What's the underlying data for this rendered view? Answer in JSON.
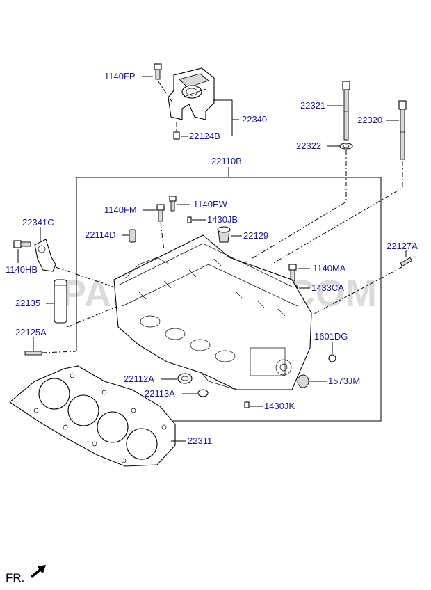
{
  "watermark": "PARTSOUQ.COM",
  "direction_label": "FR.",
  "callouts": [
    {
      "id": "c-1140FP",
      "code": "1140FP"
    },
    {
      "id": "c-22340",
      "code": "22340"
    },
    {
      "id": "c-22124B",
      "code": "22124B"
    },
    {
      "id": "c-22321",
      "code": "22321"
    },
    {
      "id": "c-22320",
      "code": "22320"
    },
    {
      "id": "c-22322",
      "code": "22322"
    },
    {
      "id": "c-22110B",
      "code": "22110B"
    },
    {
      "id": "c-1140FM",
      "code": "1140FM"
    },
    {
      "id": "c-1140EW",
      "code": "1140EW"
    },
    {
      "id": "c-1430JB",
      "code": "1430JB"
    },
    {
      "id": "c-22341C",
      "code": "22341C"
    },
    {
      "id": "c-22114D",
      "code": "22114D"
    },
    {
      "id": "c-22129",
      "code": "22129"
    },
    {
      "id": "c-22127A",
      "code": "22127A"
    },
    {
      "id": "c-1140HB",
      "code": "1140HB"
    },
    {
      "id": "c-1140MA",
      "code": "1140MA"
    },
    {
      "id": "c-1433CA",
      "code": "1433CA"
    },
    {
      "id": "c-22135",
      "code": "22135"
    },
    {
      "id": "c-22125A",
      "code": "22125A"
    },
    {
      "id": "c-1601DG",
      "code": "1601DG"
    },
    {
      "id": "c-22112A",
      "code": "22112A"
    },
    {
      "id": "c-1573JM",
      "code": "1573JM"
    },
    {
      "id": "c-22113A",
      "code": "22113A"
    },
    {
      "id": "c-1430JK",
      "code": "1430JK"
    },
    {
      "id": "c-22311",
      "code": "22311"
    }
  ]
}
